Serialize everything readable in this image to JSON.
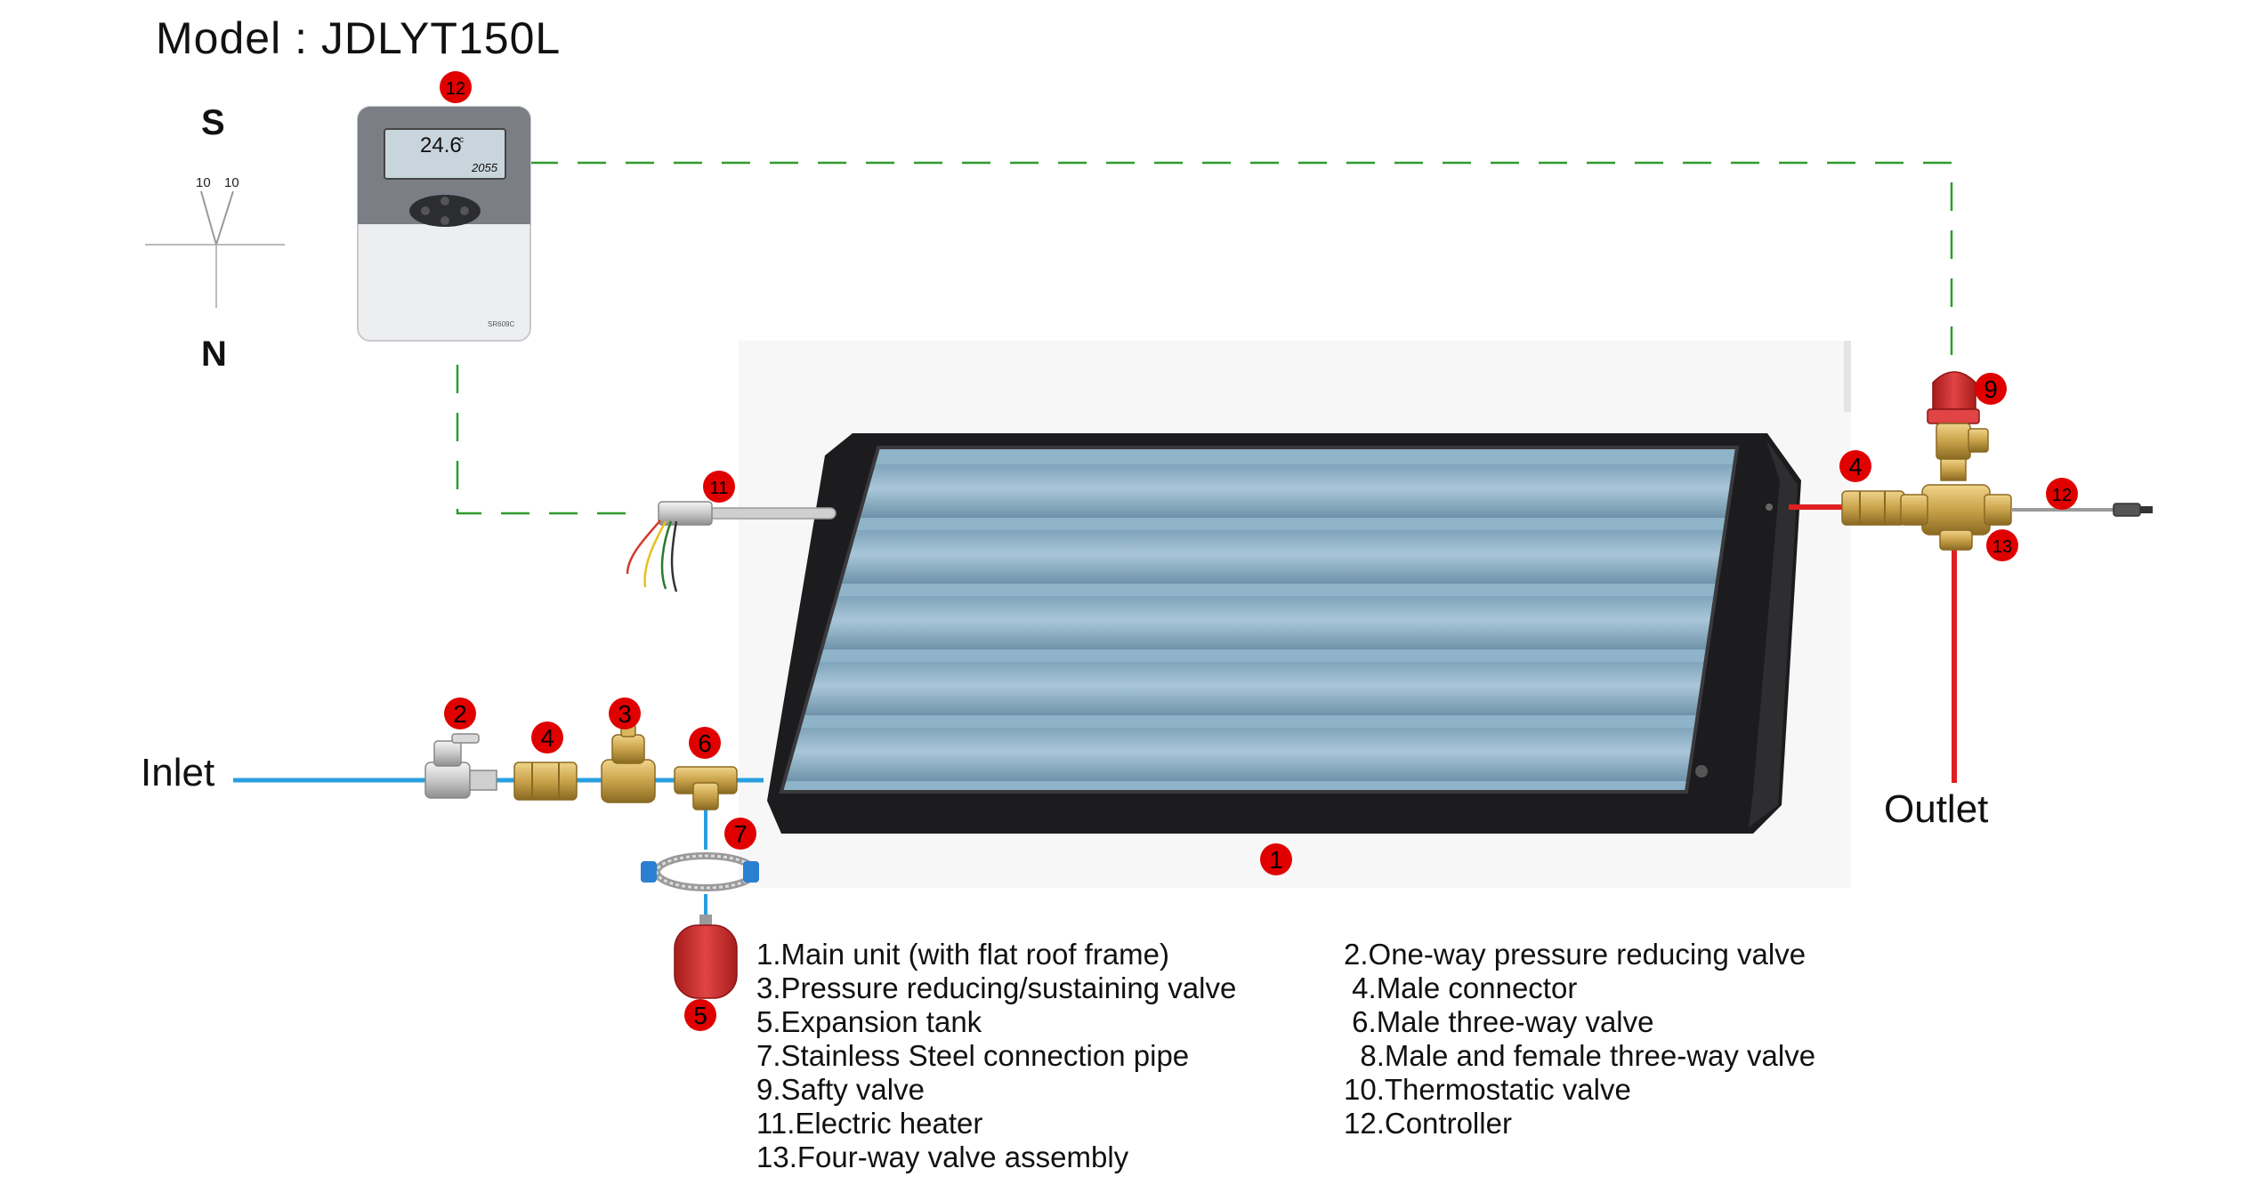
{
  "title": "Model : JDLYT150L",
  "compass": {
    "south": "S",
    "north": "N",
    "angle_left": "10",
    "angle_right": "10"
  },
  "ports": {
    "inlet": "Inlet",
    "outlet": "Outlet"
  },
  "controller_display": {
    "temperature": "24.6",
    "unit": "c",
    "time": "2055",
    "model": "SR609C"
  },
  "markers": {
    "main_unit": "1",
    "pressure_reducing_valve": "2",
    "sustaining_valve": "3",
    "male_connector_inlet": "4",
    "male_connector_outlet": "4",
    "expansion_tank": "5",
    "three_way_valve": "6",
    "connection_pipe": "7",
    "safety_valve": "9",
    "electric_heater": "11",
    "controller": "12",
    "thermostatic_sensor": "12",
    "four_way_valve": "13"
  },
  "legend_left": [
    "1.Main unit (with flat roof frame)",
    "3.Pressure reducing/sustaining valve",
    "5.Expansion tank",
    "7.Stainless Steel connection pipe",
    "9.Safty valve",
    "11.Electric heater",
    "13.Four-way valve assembly"
  ],
  "legend_right": [
    "2.One-way pressure reducing valve",
    " 4.Male connector",
    " 6.Male three-way valve",
    "  8.Male and female three-way valve",
    "10.Thermostatic valve",
    "12.Controller"
  ],
  "colors": {
    "cold_pipe": "#2a9fe0",
    "hot_pipe": "#e02020",
    "signal_wire": "#33a033",
    "marker": "#e00000",
    "panel_frame": "#222222",
    "panel_glass": "#8fb3c8",
    "brass": "#c9a24a",
    "tank": "#d42a2a"
  }
}
